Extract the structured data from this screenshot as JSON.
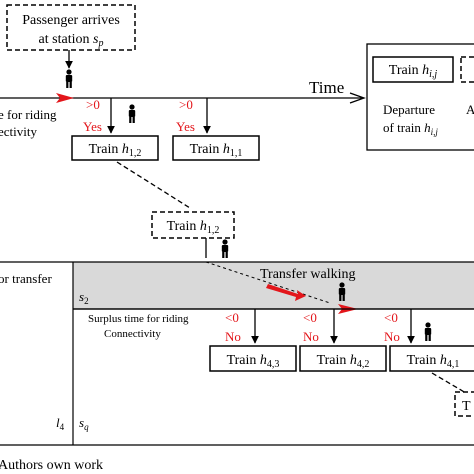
{
  "colors": {
    "line": "#000000",
    "accent_red": "#e3161b",
    "transfer_band": "#d9d9d9",
    "background": "#ffffff"
  },
  "top": {
    "passenger_box_line1": "Passenger arrives",
    "passenger_box_line2_prefix": "at station ",
    "passenger_box_line2_var": "s",
    "passenger_box_line2_sub": "p",
    "time_label": "Time",
    "surplus_partial_line1": "e for riding",
    "surplus_partial_line2": "ectivity",
    "gt0_a": ">0",
    "yes_a": "Yes",
    "gt0_b": ">0",
    "yes_b": "Yes",
    "train_a_prefix": "Train ",
    "train_a_var": "h",
    "train_a_sub": "1,2",
    "train_b_prefix": "Train ",
    "train_b_var": "h",
    "train_b_sub": "1,1"
  },
  "legend": {
    "train_prefix": "Train ",
    "train_var": "h",
    "train_sub": "i,j",
    "departure_line1": "Departure",
    "departure_line2_prefix": "of train ",
    "departure_var": "h",
    "departure_sub": "i,j",
    "cut_letter": "A"
  },
  "middle": {
    "boarded_train_prefix": "Train ",
    "boarded_train_var": "h",
    "boarded_train_sub": "1,2",
    "transfer_partial": "or transfer",
    "station_var": "s",
    "station_sub": "2",
    "transfer_walking": "Transfer walking",
    "surplus_line1": "Surplus time for riding",
    "surplus_line2": "Connectivity",
    "lt0_a": "<0",
    "no_a": "No",
    "lt0_b": "<0",
    "no_b": "No",
    "lt0_c": "<0",
    "no_c": "No",
    "train_c_prefix": "Train ",
    "train_c_var": "h",
    "train_c_sub": "4,3",
    "train_d_prefix": "Train ",
    "train_d_var": "h",
    "train_d_sub": "4,2",
    "train_e_prefix": "Train ",
    "train_e_var": "h",
    "train_e_sub": "4,1",
    "cut_train_letter": "T"
  },
  "bottom": {
    "line_var": "l",
    "line_sub": "4",
    "station_var": "s",
    "station_sub": "q",
    "credit": "Authors own work"
  }
}
